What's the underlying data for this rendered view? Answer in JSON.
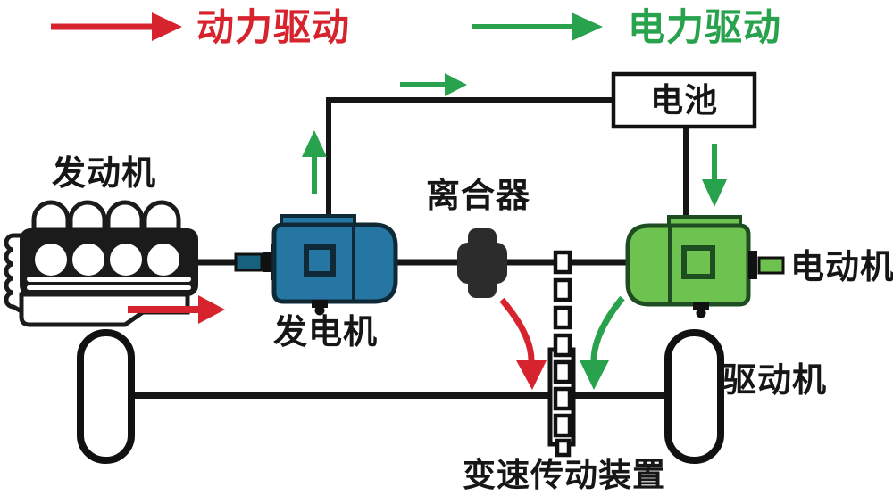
{
  "legend": {
    "power_drive_label": "动力驱动",
    "electric_drive_label": "电力驱动"
  },
  "labels": {
    "engine": "发动机",
    "generator": "发电机",
    "clutch": "离合器",
    "battery": "电池",
    "electric_motor": "电动机",
    "drive_wheels": "驱动机",
    "transmission": "变速传动装置"
  },
  "colors": {
    "power_red": "#d7232e",
    "electric_green": "#28a24c",
    "generator_blue": "#2676a3",
    "motor_green": "#6ec24f",
    "connector_teal": "#17607e",
    "line_black": "#161616"
  }
}
